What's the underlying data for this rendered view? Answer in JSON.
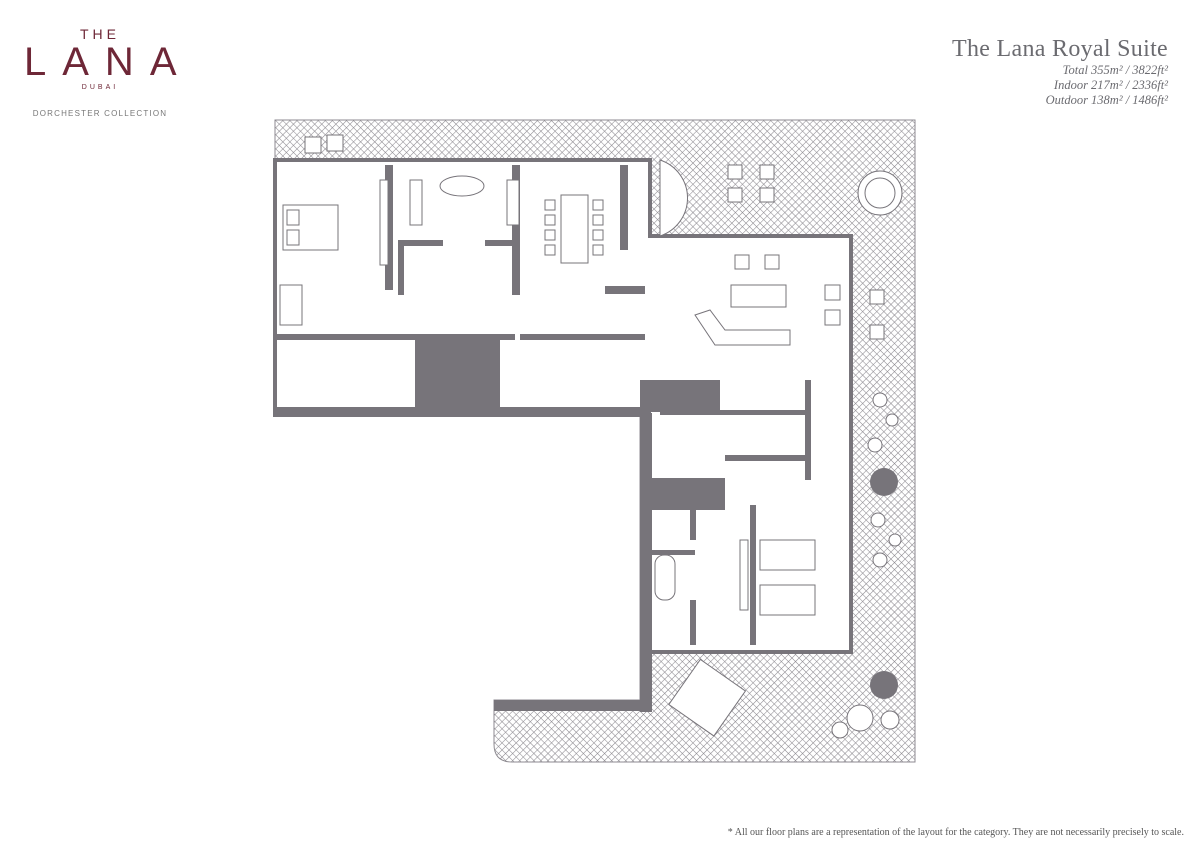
{
  "logo": {
    "the": "THE",
    "name": "LANA",
    "city": "DUBAI",
    "collection": "DORCHESTER COLLECTION",
    "color": "#6e2737"
  },
  "suite": {
    "title": "The Lana Royal Suite",
    "areas": [
      "Total 355m² / 3822ft²",
      "Indoor 217m² / 2336ft²",
      "Outdoor 138m² / 1486ft²"
    ]
  },
  "disclaimer": "* All our floor plans are a representation of the layout for the category. They are not necessarily precisely to scale.",
  "colors": {
    "wall": "#77747a",
    "hatch": "#8d8a90"
  }
}
